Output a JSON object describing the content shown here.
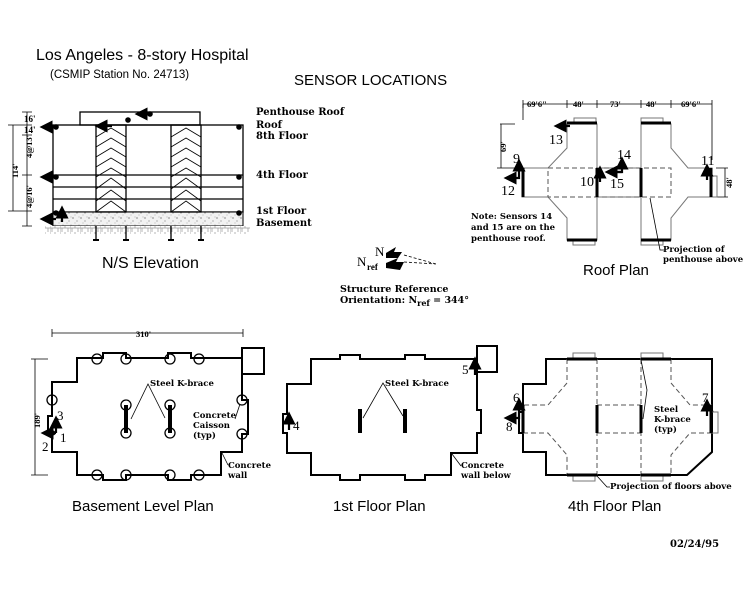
{
  "header": {
    "title": "Los Angeles - 8-story Hospital",
    "station": "(CSMIP Station No. 24713)",
    "subtitle": "SENSOR LOCATIONS"
  },
  "elevation": {
    "caption": "N/S Elevation",
    "levels": [
      "Penthouse Roof",
      "Roof",
      "8th Floor",
      "4th Floor",
      "1st Floor",
      "Basement"
    ],
    "dims": {
      "penthouse": "16'",
      "roof": "14'",
      "upper": "4@13'",
      "lower": "4@16'",
      "total": "114'"
    }
  },
  "roof_plan": {
    "caption": "Roof Plan",
    "dims_top": [
      "69'6\"",
      "48'",
      "73'",
      "48'",
      "69'6\""
    ],
    "dim_left": "69'",
    "dim_right": "48'",
    "note": [
      "Note: Sensors 14",
      "and 15 are on the",
      "penthouse roof."
    ],
    "projection_label": [
      "Projection of",
      "penthouse above"
    ],
    "sensors": [
      "9",
      "10",
      "11",
      "12",
      "13",
      "14",
      "15"
    ]
  },
  "orientation": {
    "n_label": "N",
    "nref_label": "N",
    "nref_sub": "ref",
    "line1": "Structure Reference",
    "line2_prefix": "Orientation: N",
    "line2_sub": "ref",
    "line2_suffix": " = 344°"
  },
  "basement_plan": {
    "caption": "Basement Level Plan",
    "dim_width": "310'",
    "dim_height": "189'",
    "brace_label": "Steel K-brace",
    "caisson_label": [
      "Concrete",
      "Caisson",
      "(typ)"
    ],
    "wall_label": [
      "Concrete",
      "wall"
    ],
    "sensors": [
      "1",
      "2",
      "3"
    ]
  },
  "first_floor_plan": {
    "caption": "1st Floor Plan",
    "brace_label": "Steel K-brace",
    "wall_label": [
      "Concrete",
      "wall below"
    ],
    "sensors": [
      "4",
      "5"
    ]
  },
  "fourth_floor_plan": {
    "caption": "4th Floor Plan",
    "brace_label": [
      "Steel",
      "K-brace",
      "(typ)"
    ],
    "projection_label": "Projection of floors above",
    "sensors": [
      "6",
      "7",
      "8"
    ]
  },
  "footer": {
    "date": "02/24/95"
  }
}
